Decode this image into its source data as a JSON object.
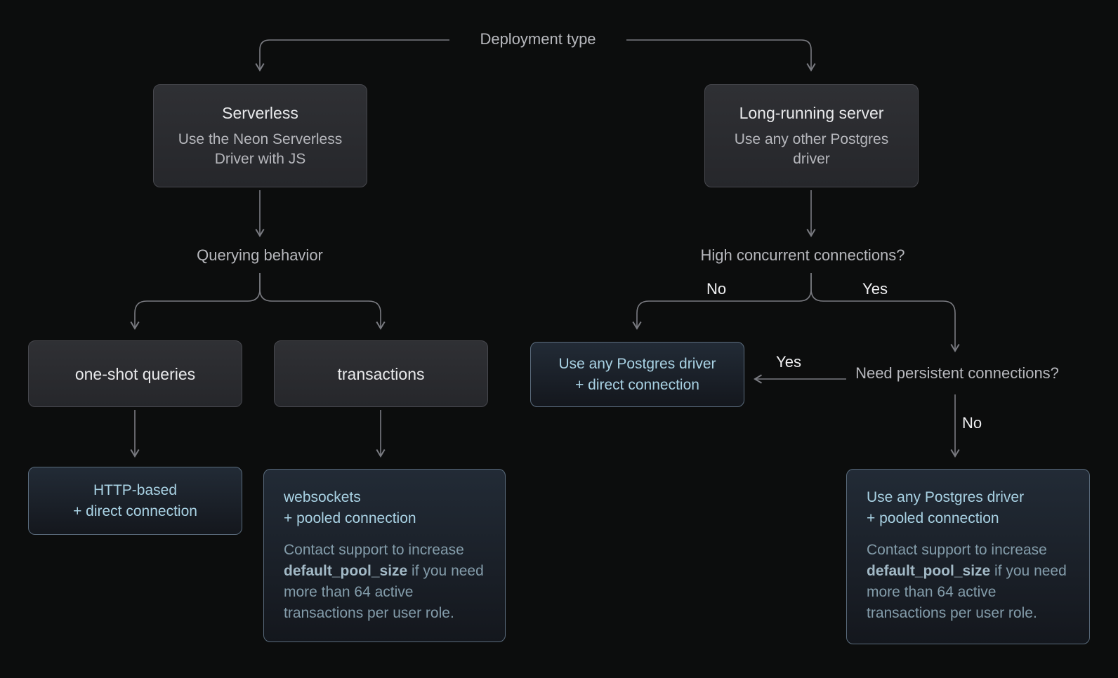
{
  "colors": {
    "background": "#0c0d0d",
    "connector": "#7a7b81",
    "gray_node_border": "#47484e",
    "blue_node_border": "#5a6b7c",
    "title_text": "#e9eaec",
    "subtitle_text": "#b6b7bc",
    "flow_label_text": "#b7b8bd",
    "edge_label_text": "#f0f0f2",
    "blue_title_text": "#a9d2e4",
    "blue_note_text": "#849dab"
  },
  "diagram": {
    "root_label": "Deployment type",
    "serverless": {
      "title": "Serverless",
      "subtitle": "Use the Neon Serverless Driver with JS"
    },
    "long_running": {
      "title": "Long-running server",
      "subtitle": "Use any other Postgres driver"
    },
    "querying_label": "Querying behavior",
    "one_shot": {
      "title": "one-shot queries"
    },
    "transactions": {
      "title": "transactions"
    },
    "http_based": {
      "line1": "HTTP-based",
      "line2": "+ direct connection"
    },
    "websockets": {
      "line1": "websockets",
      "line2": "+ pooled connection",
      "note_pre": "Contact support to increase ",
      "note_bold": "default_pool_size",
      "note_post": " if you need more than 64 active transactions per user role."
    },
    "high_concurrent_label": "High concurrent connections?",
    "high_no": "No",
    "high_yes": "Yes",
    "direct_driver": {
      "line1": "Use any Postgres driver",
      "line2": "+ direct connection"
    },
    "need_persistent_label": "Need persistent connections?",
    "persistent_yes": "Yes",
    "persistent_no": "No",
    "pooled_driver": {
      "line1": "Use any Postgres driver",
      "line2": "+ pooled connection",
      "note_pre": "Contact support to increase ",
      "note_bold": "default_pool_size",
      "note_post": " if you need more than 64 active transactions per user role."
    }
  }
}
